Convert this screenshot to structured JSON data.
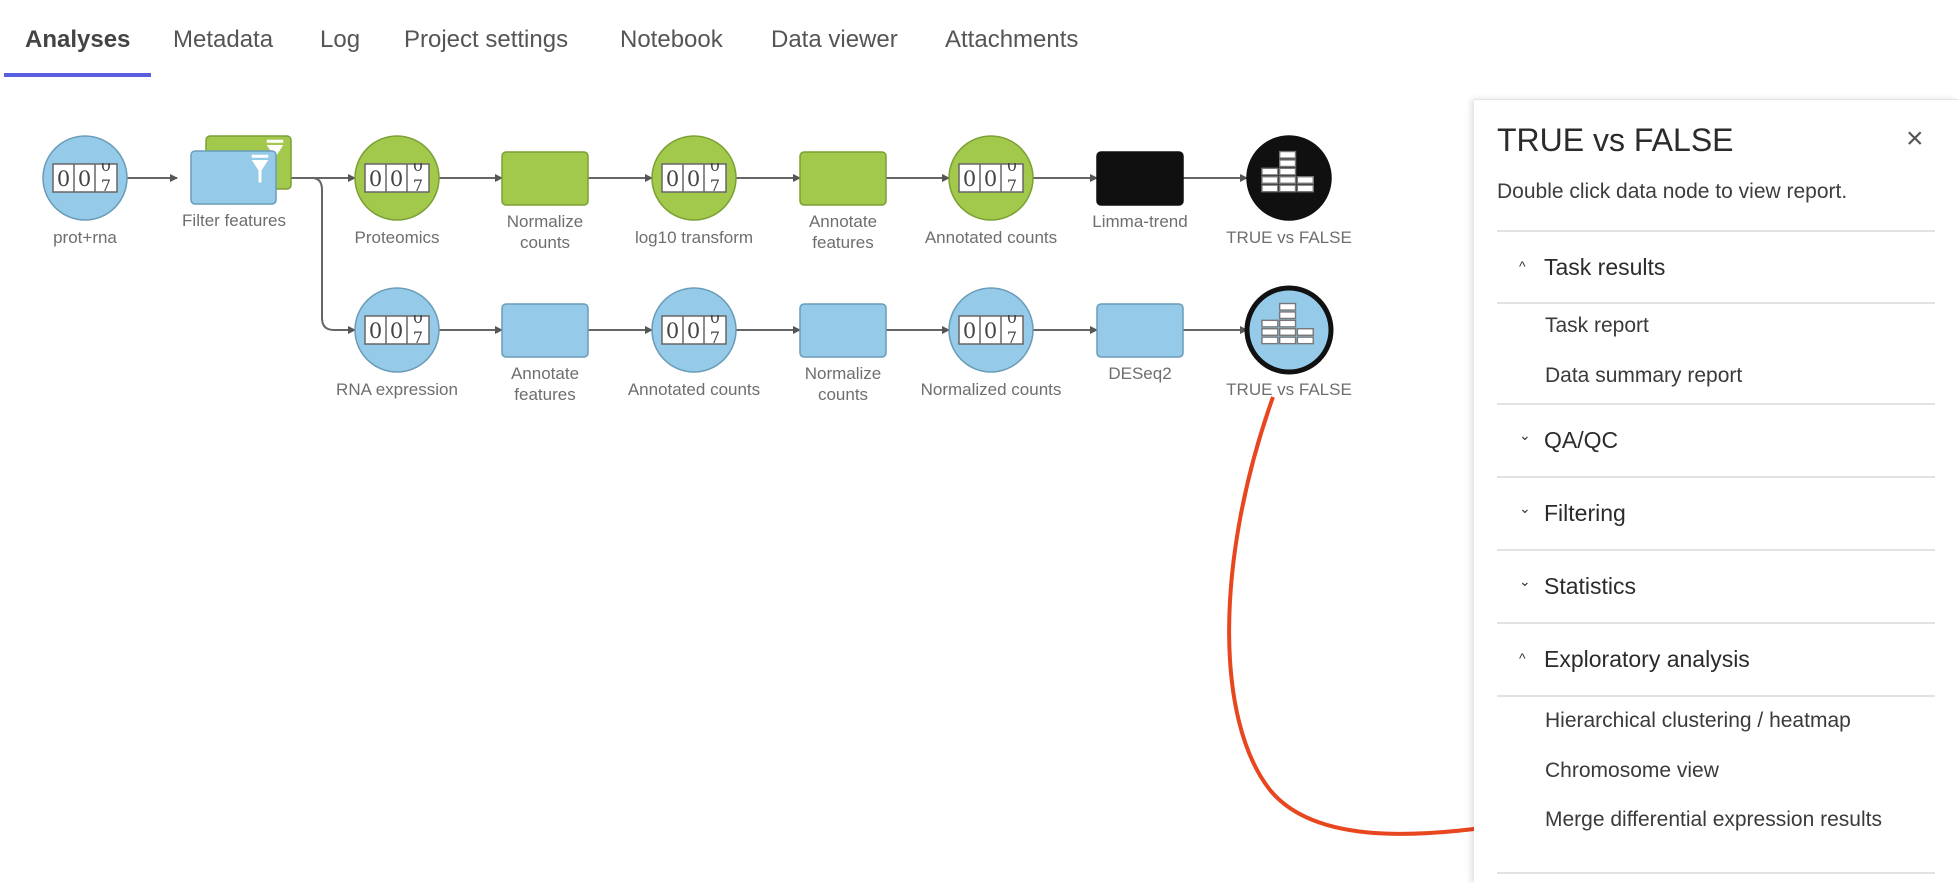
{
  "tabs": [
    {
      "label": "Analyses",
      "active": true
    },
    {
      "label": "Metadata"
    },
    {
      "label": "Log"
    },
    {
      "label": "Project settings"
    },
    {
      "label": "Notebook"
    },
    {
      "label": "Data viewer"
    },
    {
      "label": "Attachments"
    }
  ],
  "colors": {
    "accent": "#5a5fe0",
    "blue_node": "#95cae8",
    "green_node": "#a2c94c",
    "black_node": "#101010",
    "edge": "#666666",
    "annotation_arrow": "#e8461e"
  },
  "pipeline": {
    "nodes": [
      {
        "id": "prot_rna",
        "label": "prot+rna",
        "type": "data",
        "color": "blue",
        "icon": "counter-icon"
      },
      {
        "id": "filter",
        "label": "Filter features",
        "type": "task-stacked",
        "color": "blue",
        "icon": "filter-icon"
      },
      {
        "id": "proteomics",
        "label": "Proteomics",
        "type": "data",
        "color": "green",
        "icon": "counter-icon"
      },
      {
        "id": "norm1",
        "label": "Normalize counts",
        "type": "task",
        "color": "green"
      },
      {
        "id": "log10",
        "label": "log10 transform",
        "type": "data",
        "color": "green",
        "icon": "counter-icon"
      },
      {
        "id": "annot1",
        "label": "Annotate features",
        "type": "task",
        "color": "green"
      },
      {
        "id": "annotated1",
        "label": "Annotated counts",
        "type": "data",
        "color": "green",
        "icon": "counter-icon"
      },
      {
        "id": "limma",
        "label": "Limma-trend",
        "type": "task",
        "color": "black"
      },
      {
        "id": "tvf1",
        "label": "TRUE vs FALSE",
        "type": "data",
        "color": "black",
        "icon": "bar-chart-icon"
      },
      {
        "id": "rna",
        "label": "RNA expression",
        "type": "data",
        "color": "blue",
        "icon": "counter-icon"
      },
      {
        "id": "annot2",
        "label": "Annotate features",
        "type": "task",
        "color": "blue"
      },
      {
        "id": "annotated2",
        "label": "Annotated counts",
        "type": "data",
        "color": "blue",
        "icon": "counter-icon"
      },
      {
        "id": "norm2",
        "label": "Normalize counts",
        "type": "task",
        "color": "blue"
      },
      {
        "id": "normalized2",
        "label": "Normalized counts",
        "type": "data",
        "color": "blue",
        "icon": "counter-icon"
      },
      {
        "id": "deseq2",
        "label": "DESeq2",
        "type": "task",
        "color": "blue"
      },
      {
        "id": "tvf2",
        "label": "TRUE vs FALSE",
        "type": "data",
        "color": "blue",
        "icon": "bar-chart-icon",
        "selected": true
      }
    ]
  },
  "panel": {
    "title": "TRUE vs FALSE",
    "close_label": "×",
    "subtitle": "Double click data node to view report.",
    "sections": [
      {
        "label": "Task results",
        "expanded": true,
        "items": [
          "Task report",
          "Data summary report"
        ]
      },
      {
        "label": "QA/QC",
        "expanded": false,
        "items": []
      },
      {
        "label": "Filtering",
        "expanded": false,
        "items": []
      },
      {
        "label": "Statistics",
        "expanded": false,
        "items": []
      },
      {
        "label": "Exploratory analysis",
        "expanded": true,
        "items": [
          "Hierarchical clustering / heatmap",
          "Chromosome view",
          "Merge differential expression results"
        ]
      }
    ]
  }
}
